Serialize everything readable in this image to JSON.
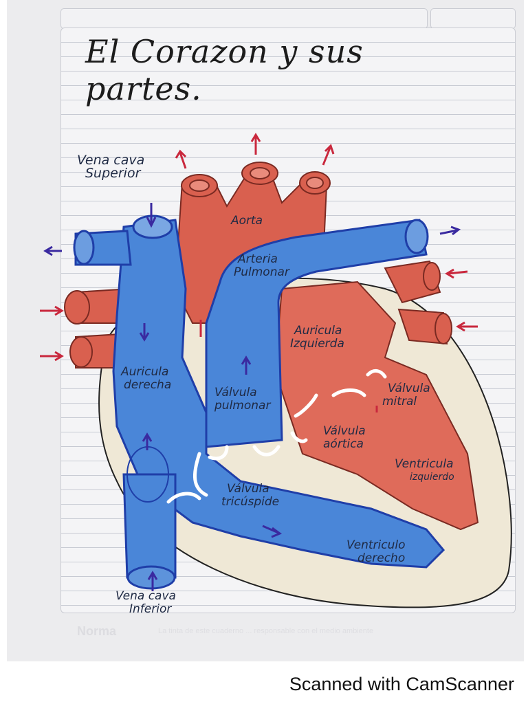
{
  "title": "El Corazon y sus partes.",
  "labels": {
    "vena_cava_superior": [
      "Vena cava",
      "Superior"
    ],
    "aorta": "Aorta",
    "arteria_pulmonar": [
      "Arteria",
      "Pulmonar"
    ],
    "auricula_derecha": [
      "Auricula",
      "derecha"
    ],
    "auricula_izquierda": [
      "Auricula",
      "Izquierda"
    ],
    "valvula_pulmonar": [
      "Válvula",
      "pulmonar"
    ],
    "valvula_mitral": [
      "Válvula",
      "mitral"
    ],
    "valvula_aortica": [
      "Válvula",
      "aórtica"
    ],
    "ventriculo_izquierdo": [
      "Ventricula",
      "izquierdo"
    ],
    "valvula_tricuspide": [
      "Válvula",
      "tricúspide"
    ],
    "ventriculo_derecho": [
      "Ventriculo",
      "derecho"
    ],
    "vena_cava_inferior": [
      "Vena cava",
      "Inferior"
    ]
  },
  "footer": {
    "brand": "Norma",
    "brand_text": "La tinta de este cuaderno ... responsable con el medio ambiente"
  },
  "scanner_caption": "Scanned with CamScanner",
  "colors": {
    "oxygenated": "#d9604f",
    "deoxygenated": "#4a86d8",
    "outline": "#1f3ea8",
    "pericardium": "#efe7d4",
    "arrow_red": "#c9283d",
    "arrow_blue": "#3a2aa0"
  }
}
